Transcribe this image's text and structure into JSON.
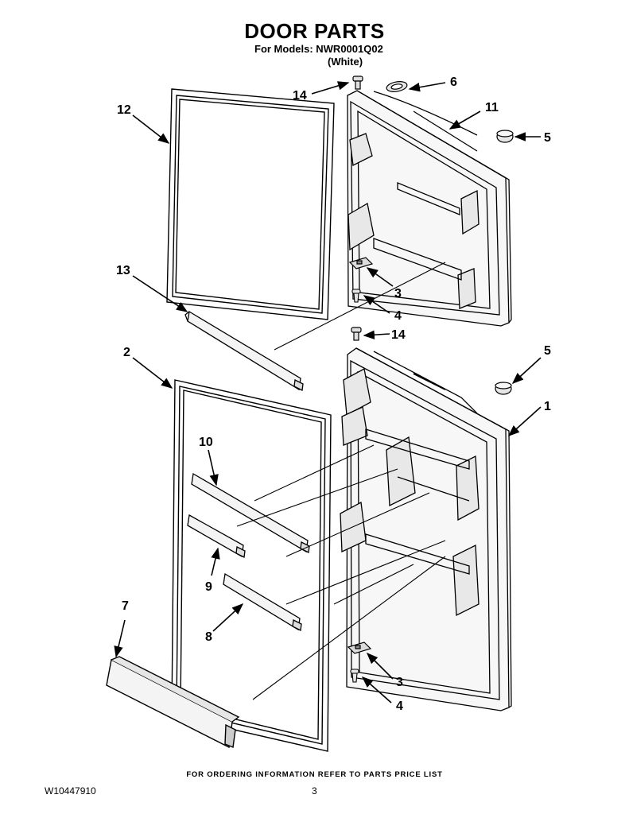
{
  "header": {
    "title": "DOOR PARTS",
    "models_line": "For Models: NWR0001Q02",
    "color_line": "(White)"
  },
  "callouts": [
    {
      "id": "c12",
      "label": "12"
    },
    {
      "id": "c13",
      "label": "13"
    },
    {
      "id": "c2",
      "label": "2"
    },
    {
      "id": "c10",
      "label": "10"
    },
    {
      "id": "c9",
      "label": "9"
    },
    {
      "id": "c8",
      "label": "8"
    },
    {
      "id": "c7",
      "label": "7"
    },
    {
      "id": "c14a",
      "label": "14"
    },
    {
      "id": "c6",
      "label": "6"
    },
    {
      "id": "c11",
      "label": "11"
    },
    {
      "id": "c5a",
      "label": "5"
    },
    {
      "id": "c3a",
      "label": "3"
    },
    {
      "id": "c4a",
      "label": "4"
    },
    {
      "id": "c14b",
      "label": "14"
    },
    {
      "id": "c5b",
      "label": "5"
    },
    {
      "id": "c1",
      "label": "1"
    },
    {
      "id": "c3b",
      "label": "3"
    },
    {
      "id": "c4b",
      "label": "4"
    }
  ],
  "footer": {
    "note": "FOR ORDERING INFORMATION REFER TO PARTS PRICE LIST",
    "doc_number": "W10447910",
    "page_number": "3"
  }
}
